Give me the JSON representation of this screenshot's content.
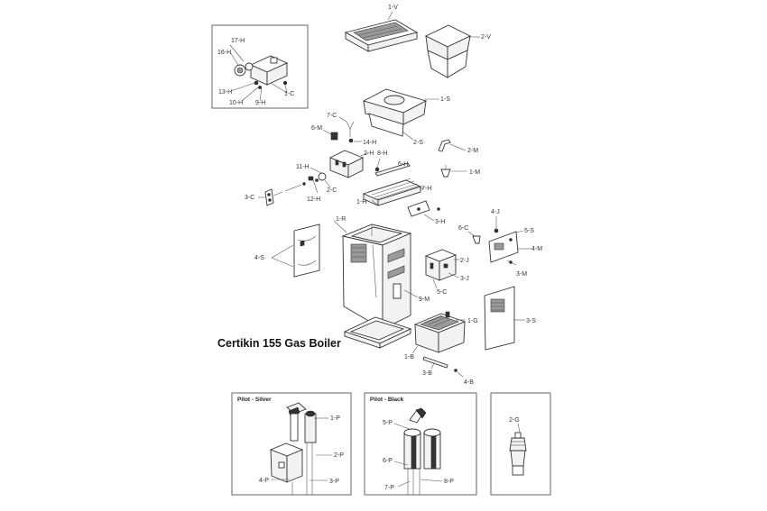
{
  "title": "Certikin 155 Gas Boiler",
  "inset_titles": {
    "pilot_silver": "Pilot - Silver",
    "pilot_black": "Pilot - Black"
  },
  "labels": {
    "p1V": "1-V",
    "p2V": "2-V",
    "p17H": "17-H",
    "p16H": "16-H",
    "p13H": "13-H",
    "p10H": "10-H",
    "p9H": "9-H",
    "p1C": "1-C",
    "p1S": "1-S",
    "p2S": "2-S",
    "p7C": "7-C",
    "p6M": "6-M",
    "p14H": "14-H",
    "p2H": "2-H",
    "p8H": "8-H",
    "p11H": "11-H",
    "p6H": "6-H",
    "p2M": "2-M",
    "p1M": "1-M",
    "p2C": "2-C",
    "p12H": "12-H",
    "p3C": "3-C",
    "p7H": "7-H",
    "p1H": "1-H",
    "p3H": "3-H",
    "p1R": "1-R",
    "p4J": "4-J",
    "p6C": "6-C",
    "p5S": "5-S",
    "p4M": "4-M",
    "p3M": "3-M",
    "p4S": "4-S",
    "p2J": "2-J",
    "p3J": "3-J",
    "p5C": "5-C",
    "p9M": "9-M",
    "p1G": "1-G",
    "p3S": "3-S",
    "p1B": "1-B",
    "p3B": "3-B",
    "p4B": "4-B",
    "p1P": "1-P",
    "p2P": "2-P",
    "p3P": "3-P",
    "p4P": "4-P",
    "p5P": "5-P",
    "p6P": "6-P",
    "p7P": "7-P",
    "p8P": "8-P",
    "p2G": "2-G"
  }
}
